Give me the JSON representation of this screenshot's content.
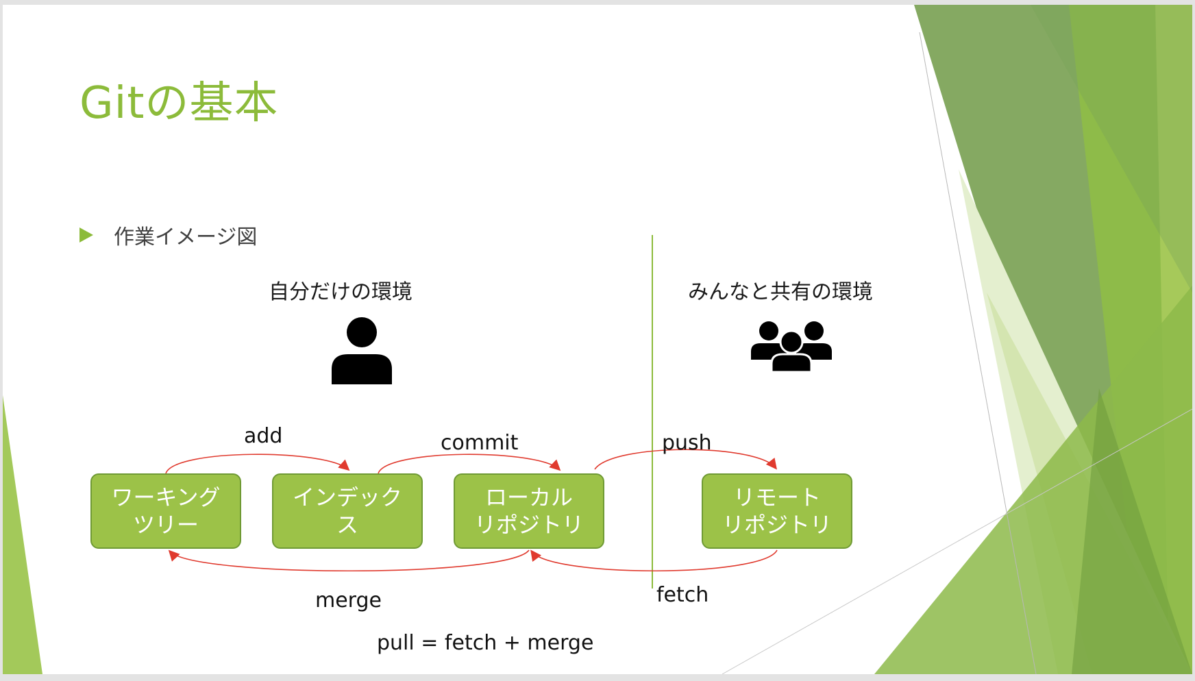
{
  "slide": {
    "title": "Gitの基本",
    "bullet": "作業イメージ図"
  },
  "sections": {
    "local": "自分だけの環境",
    "shared": "みんなと共有の環境"
  },
  "boxes": {
    "working_tree": [
      "ワーキング",
      "ツリー"
    ],
    "index": [
      "インデック",
      "ス"
    ],
    "local_repo": [
      "ローカル",
      "リポジトリ"
    ],
    "remote_repo": [
      "リモート",
      "リポジトリ"
    ]
  },
  "operations": {
    "add": "add",
    "commit": "commit",
    "push": "push",
    "merge": "merge",
    "fetch": "fetch"
  },
  "formula": "pull = fetch + merge",
  "icons": {
    "single": "person-icon",
    "group": "group-icon"
  },
  "colors": {
    "accent": "#8cbb3a",
    "box_fill": "#9cc248",
    "box_border": "#6f9a34",
    "arrow": "#e03a2e",
    "divider": "#8cbb3a"
  }
}
